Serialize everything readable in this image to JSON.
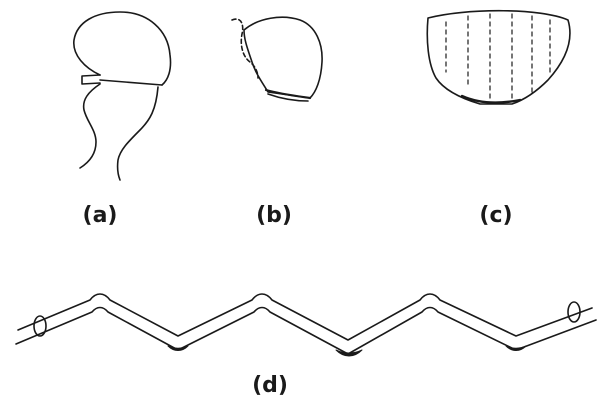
{
  "figure": {
    "panels": [
      {
        "id": "a",
        "label": "(a)"
      },
      {
        "id": "b",
        "label": "(b)"
      },
      {
        "id": "c",
        "label": "(c)"
      },
      {
        "id": "d",
        "label": "(d)"
      }
    ]
  },
  "colors": {
    "ink": "#1a1a1a",
    "paper": "#ffffff"
  }
}
